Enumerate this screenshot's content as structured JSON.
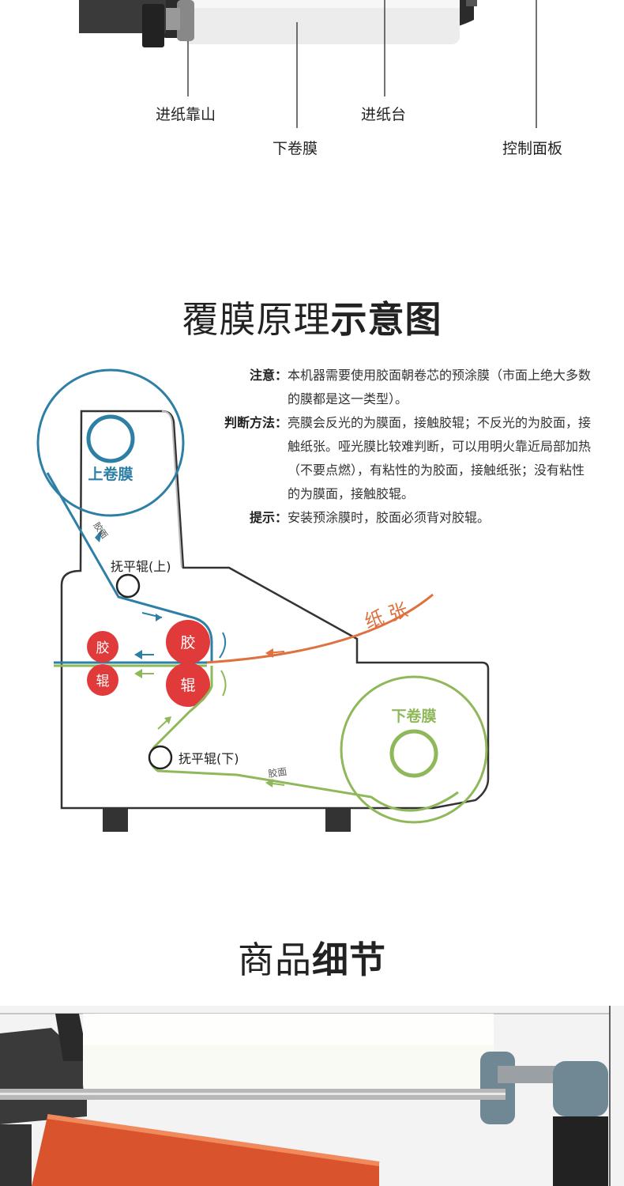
{
  "machine_labels": {
    "feed_guide": "进纸靠山",
    "feed_table": "进纸台",
    "lower_film": "下卷膜",
    "control_panel": "控制面板"
  },
  "principle_heading": {
    "light": "覆膜原理",
    "bold": "示意图"
  },
  "notes": [
    {
      "label": "注意：",
      "text": "本机器需要使用胶面朝卷芯的预涂膜（市面上绝大多数的膜都是这一类型）。"
    },
    {
      "label": "判断方法：",
      "text": "亮膜会反光的为膜面，接触胶辊；不反光的为胶面，接触纸张。哑光膜比较难判断，可以用明火靠近局部加热（不要点燃），有粘性的为胶面，接触纸张；没有粘性的为膜面，接触胶辊。"
    },
    {
      "label": "提示：",
      "text": "安装预涂膜时，胶面必须背对胶辊。"
    }
  ],
  "diagram": {
    "upper_film": "上卷膜",
    "lower_film": "下卷膜",
    "glue_side_top": "胶面",
    "glue_side_bottom": "胶面",
    "flatten_roller_top": "抚平辊(上)",
    "flatten_roller_bottom": "抚平辊(下)",
    "paper": "纸 张",
    "rubber_roller_chars": [
      "胶",
      "辊"
    ],
    "colors": {
      "upper_film": "#2e7fa6",
      "lower_film": "#8fb85a",
      "paper": "#e0703e",
      "roller": "#e03a3a"
    }
  },
  "details_heading": {
    "light": "商品",
    "bold": "细节"
  }
}
